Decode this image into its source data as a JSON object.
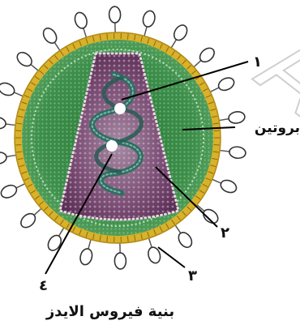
{
  "title": "بنية فيروس الايدز",
  "labels": {
    "n1": "١",
    "n2": "٢",
    "n3": "٣",
    "n4": "٤",
    "protein": "بروتين"
  },
  "watermark": "A",
  "colors": {
    "envelope": "#d9b12a",
    "outer_fill": "#3f8a4f",
    "matrix_green": "#2f7a3a",
    "capsid": "#6a3d64",
    "rna": "#2f6e63",
    "spike": "#ffffff"
  }
}
